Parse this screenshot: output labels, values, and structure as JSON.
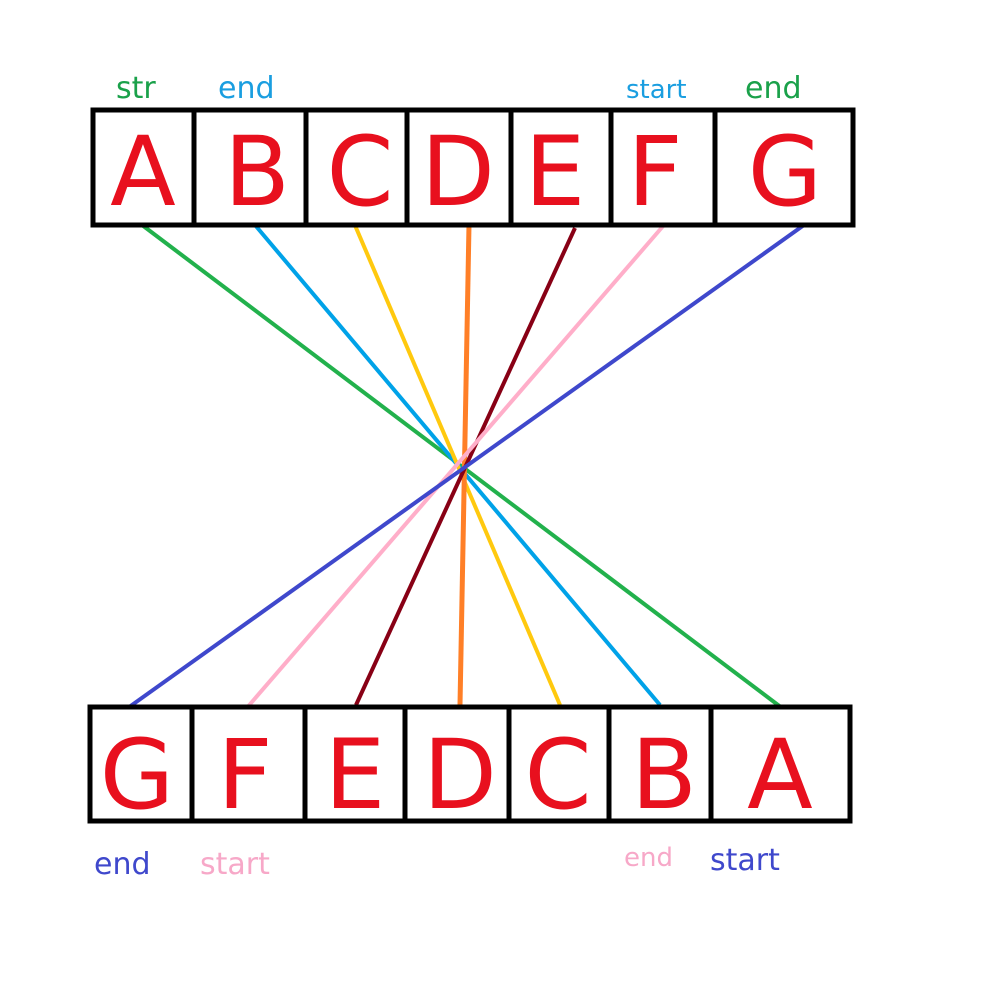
{
  "top_row": {
    "letters": [
      "A",
      "B",
      "C",
      "D",
      "E",
      "F",
      "G"
    ]
  },
  "bottom_row": {
    "letters": [
      "G",
      "F",
      "E",
      "D",
      "C",
      "B",
      "A"
    ]
  },
  "annotations": {
    "top": [
      {
        "text": "str",
        "color": "#1aa14a"
      },
      {
        "text": "end",
        "color": "#1a9ee0"
      },
      {
        "text": "start",
        "color": "#1a9ee0"
      },
      {
        "text": "end",
        "color": "#1aa14a"
      }
    ],
    "bottom": [
      {
        "text": "end",
        "color": "#3f48cc"
      },
      {
        "text": "start",
        "color": "#f7a8c8"
      },
      {
        "text": "end",
        "color": "#f7a8c8"
      },
      {
        "text": "start",
        "color": "#3f48cc"
      }
    ]
  },
  "connectors": [
    {
      "from": "A",
      "to": "A",
      "color": "#22b14c"
    },
    {
      "from": "B",
      "to": "B",
      "color": "#00a2e8"
    },
    {
      "from": "C",
      "to": "C",
      "color": "#ffc90e"
    },
    {
      "from": "D",
      "to": "D",
      "color": "#ff7f27"
    },
    {
      "from": "E",
      "to": "E",
      "color": "#880015"
    },
    {
      "from": "F",
      "to": "F",
      "color": "#ffaec9"
    },
    {
      "from": "G",
      "to": "G",
      "color": "#3f48cc"
    }
  ],
  "colors": {
    "box_stroke": "#000000",
    "letter": "#e8101e"
  }
}
